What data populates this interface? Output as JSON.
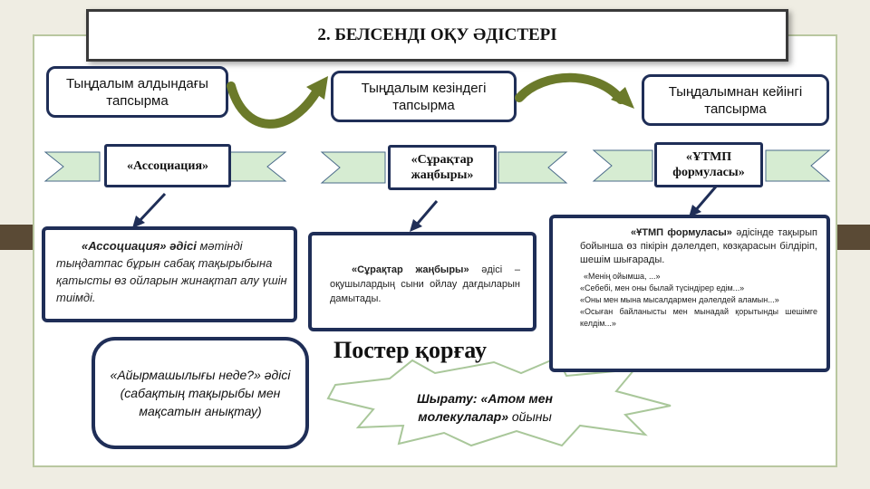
{
  "colors": {
    "navy": "#1f2e57",
    "ribbon_green": "#d6ecd2",
    "arrow_olive": "#6b7a2a",
    "background": "#efede3"
  },
  "title": "2. БЕЛСЕНДІ ОҚУ ӘДІСТЕРІ",
  "stages": [
    {
      "label": "Тыңдалым алдындағы тапсырма"
    },
    {
      "label": "Тыңдалым кезіндегі тапсырма"
    },
    {
      "label": "Тыңдалымнан кейінгі тапсырма"
    }
  ],
  "methods": [
    {
      "label": "«Ассоциация»"
    },
    {
      "label": "«Сұрақтар жаңбыры»"
    },
    {
      "label": "«ҰТМП формуласы»"
    }
  ],
  "scrolls": {
    "association": {
      "bold": "«Ассоциация» әдісі",
      "rest": " мәтінді тыңдатпас бұрын сабақ тақырыбына қатысты өз ойларын жинақтап алу үшін тиімді."
    },
    "questions": {
      "bold": "«Сұрақтар жаңбыры»",
      "rest": " әдісі – оқушылардың сыни ойлау дағдыларын дамытады."
    },
    "formula": {
      "bold": "«ҰТМП формуласы»",
      "rest": " әдісінде тақырып бойынша өз пікірін дәлелдеп, көзқарасын білдіріп, шешім шығарады.",
      "lines": [
        "«Менің ойымша, ...»",
        "«Себебі, мен оны былай түсіндірер едім...»",
        "«Оны мен мына мысалдармен дәлелдей аламын...»",
        "«Осыған байланысты мен мынадай қорытынды шешімге келдім...»"
      ]
    }
  },
  "difference": {
    "text1": "«Айырмашылығы неде?»",
    "text2": "әдісі",
    "text3": " (сабақтың тақырыбы мен мақсатын анықтау)"
  },
  "poster_title": "Постер қорғау",
  "game": {
    "text1": "Шырату: «Атом мен молекулалар»",
    "text2": " ойыны"
  }
}
